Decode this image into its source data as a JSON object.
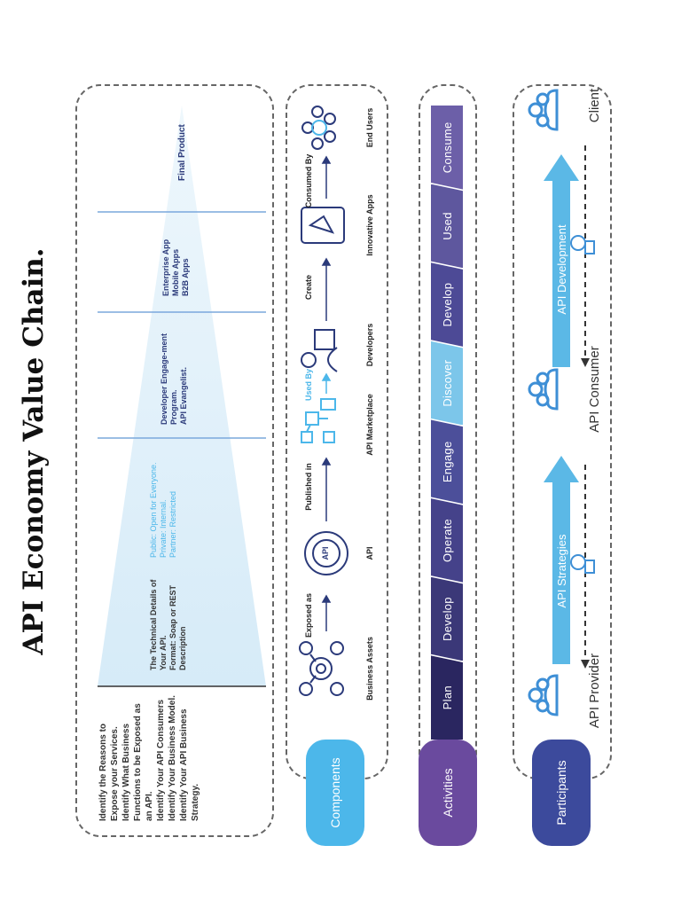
{
  "title": "API Economy Value Chain.",
  "sections": {
    "components": "Components",
    "activities": "Activities",
    "participants": "Participants"
  },
  "strategy_notes": {
    "col1": [
      "Identify the Reasons to Expose your Services.",
      "Identify What Business Functions to be Exposed as an API.",
      "Identify Your API Consumers",
      "Identify Your Business Model.",
      "Identify Your API Business Strategy."
    ],
    "col2": [
      "The Technical Details of Your API.",
      "Format: Soap or REST",
      "Description"
    ],
    "col2b": [
      "Public: Open for Everyone.",
      "Private: Internal.",
      "Partner: Restricted"
    ],
    "col3": [
      "Developer Engage-ment Program.",
      "API Evangelist."
    ],
    "col4": [
      "Enterprise App",
      "Mobile Apps",
      "B2B Apps"
    ],
    "col5": "Final Product"
  },
  "components": {
    "items": [
      "Business Assets",
      "API",
      "API Marketplace",
      "Developers",
      "Innovative Apps",
      "End Users"
    ],
    "connectors": [
      "Exposed as",
      "Published in",
      "Used By",
      "Create",
      "Consumed By"
    ],
    "icon_labels": {
      "api_gear": "API"
    }
  },
  "activities": [
    "Plan",
    "Develop",
    "Operate",
    "Engage",
    "Discover",
    "Develop",
    "Used",
    "Consume"
  ],
  "activity_colors": [
    "#2a2660",
    "#3b3878",
    "#45428a",
    "#4c4f9a",
    "#7cc6ea",
    "#4d4a96",
    "#5e579e",
    "#6c5fa8"
  ],
  "participants": {
    "roles": [
      "API Provider",
      "API Consumer",
      "Client"
    ],
    "arrows": [
      "API Strategies",
      "API Development"
    ]
  },
  "colors": {
    "components_pill": "#4cb7ea",
    "activities_pill": "#6a4a9e",
    "participants_pill": "#3c4a9c",
    "arrow": "#5bb8e6",
    "icon": "#3e8fd6"
  }
}
